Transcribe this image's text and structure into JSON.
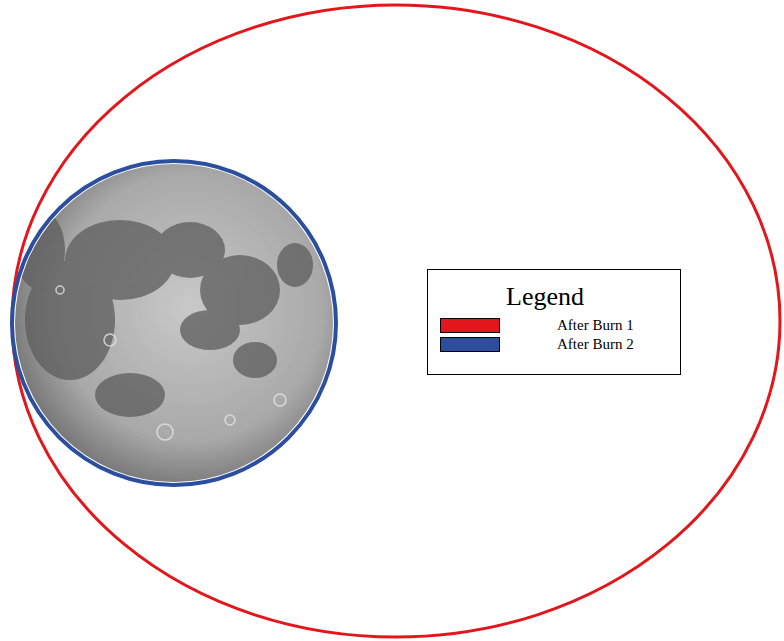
{
  "diagram": {
    "labels": [
      "Legend"
    ],
    "legend": [
      {
        "text": "After Burn 1",
        "color": "#e3161c"
      },
      {
        "text": "After Burn 2",
        "color": "#2b4f9e"
      }
    ]
  }
}
